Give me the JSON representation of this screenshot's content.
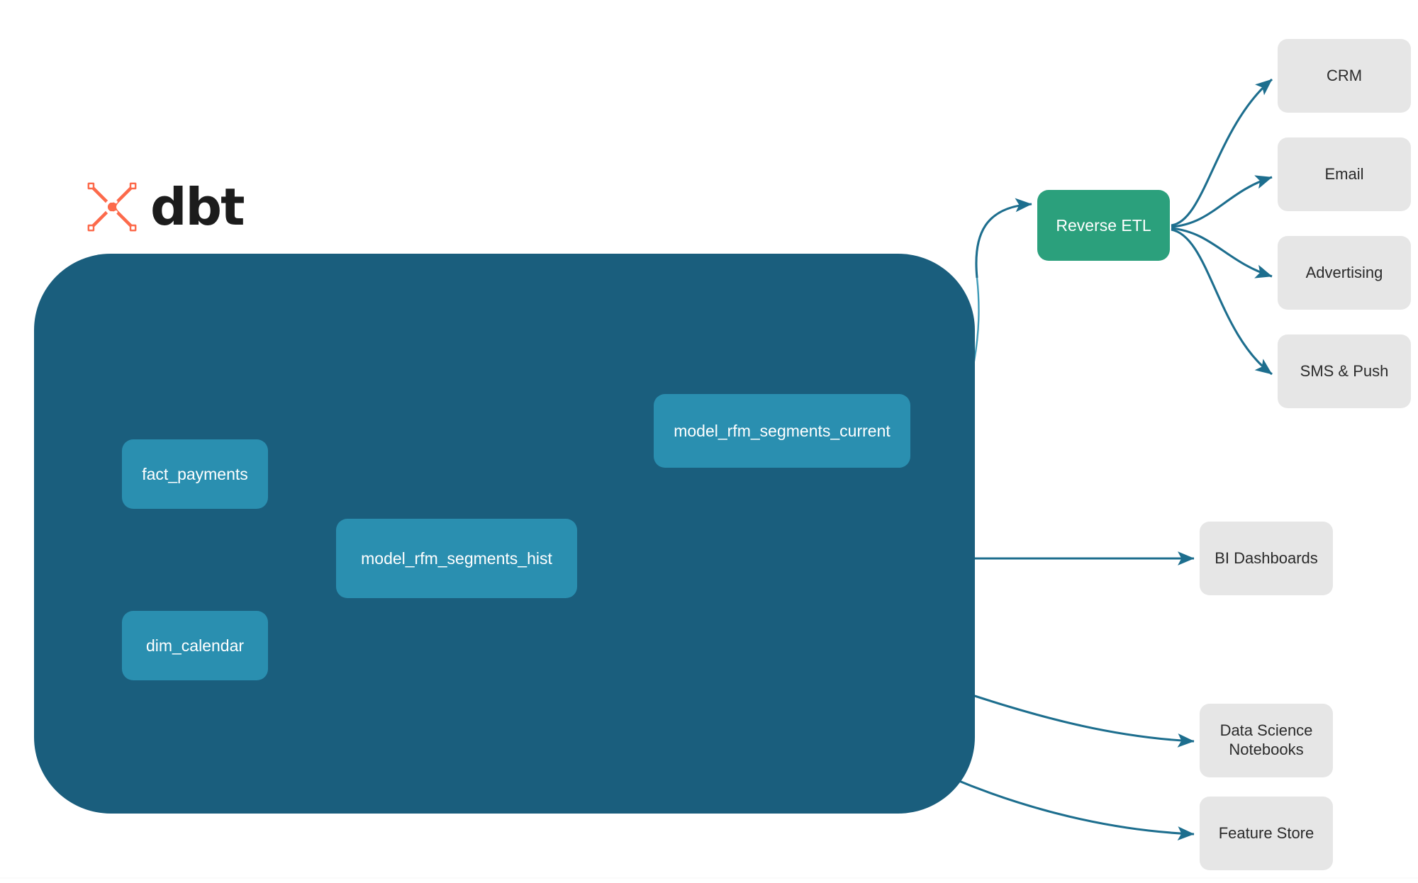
{
  "brand": {
    "logo_icon": "dbt-logo-icon",
    "wordmark": "dbt",
    "logo_color": "#fc6a4b"
  },
  "colors": {
    "background": "#ffffff",
    "container_fill": "#1a5e7d",
    "model_node_fill": "#2a8fb0",
    "etl_node_fill": "#2ba07c",
    "destination_fill": "#e6e6e6",
    "edge_outside": "#1d6e8e",
    "edge_inside": "#3f9bb8",
    "model_text": "#ffffff",
    "destination_text": "#2b2b2b"
  },
  "container": {
    "name": "dbt-project-container"
  },
  "nodes": {
    "sources": [
      {
        "id": "fact-payments",
        "label": "fact_payments"
      },
      {
        "id": "dim-calendar",
        "label": "dim_calendar"
      }
    ],
    "models": [
      {
        "id": "rfm-hist",
        "label": "model_rfm_segments_hist"
      },
      {
        "id": "rfm-current",
        "label": "model_rfm_segments_current"
      }
    ],
    "activation": {
      "id": "reverse-etl",
      "label": "Reverse ETL"
    },
    "destinations": [
      {
        "id": "crm",
        "label": "CRM"
      },
      {
        "id": "email",
        "label": "Email"
      },
      {
        "id": "advertising",
        "label": "Advertising"
      },
      {
        "id": "sms-push",
        "label": "SMS & Push"
      },
      {
        "id": "bi",
        "label": "BI Dashboards"
      },
      {
        "id": "notebooks",
        "label": "Data Science\nNotebooks",
        "line1": "Data Science",
        "line2": "Notebooks"
      },
      {
        "id": "feature-store",
        "label": "Feature Store"
      }
    ]
  },
  "edges": [
    {
      "from": "fact_payments",
      "to": "model_rfm_segments_hist"
    },
    {
      "from": "dim_calendar",
      "to": "model_rfm_segments_hist"
    },
    {
      "from": "model_rfm_segments_hist",
      "to": "model_rfm_segments_current"
    },
    {
      "from": "model_rfm_segments_current",
      "to": "Reverse ETL"
    },
    {
      "from": "Reverse ETL",
      "to": "CRM"
    },
    {
      "from": "Reverse ETL",
      "to": "Email"
    },
    {
      "from": "Reverse ETL",
      "to": "Advertising"
    },
    {
      "from": "Reverse ETL",
      "to": "SMS & Push"
    },
    {
      "from": "model_rfm_segments_hist",
      "to": "BI Dashboards"
    },
    {
      "from": "model_rfm_segments_hist",
      "to": "Data Science Notebooks"
    },
    {
      "from": "model_rfm_segments_hist",
      "to": "Feature Store"
    }
  ]
}
